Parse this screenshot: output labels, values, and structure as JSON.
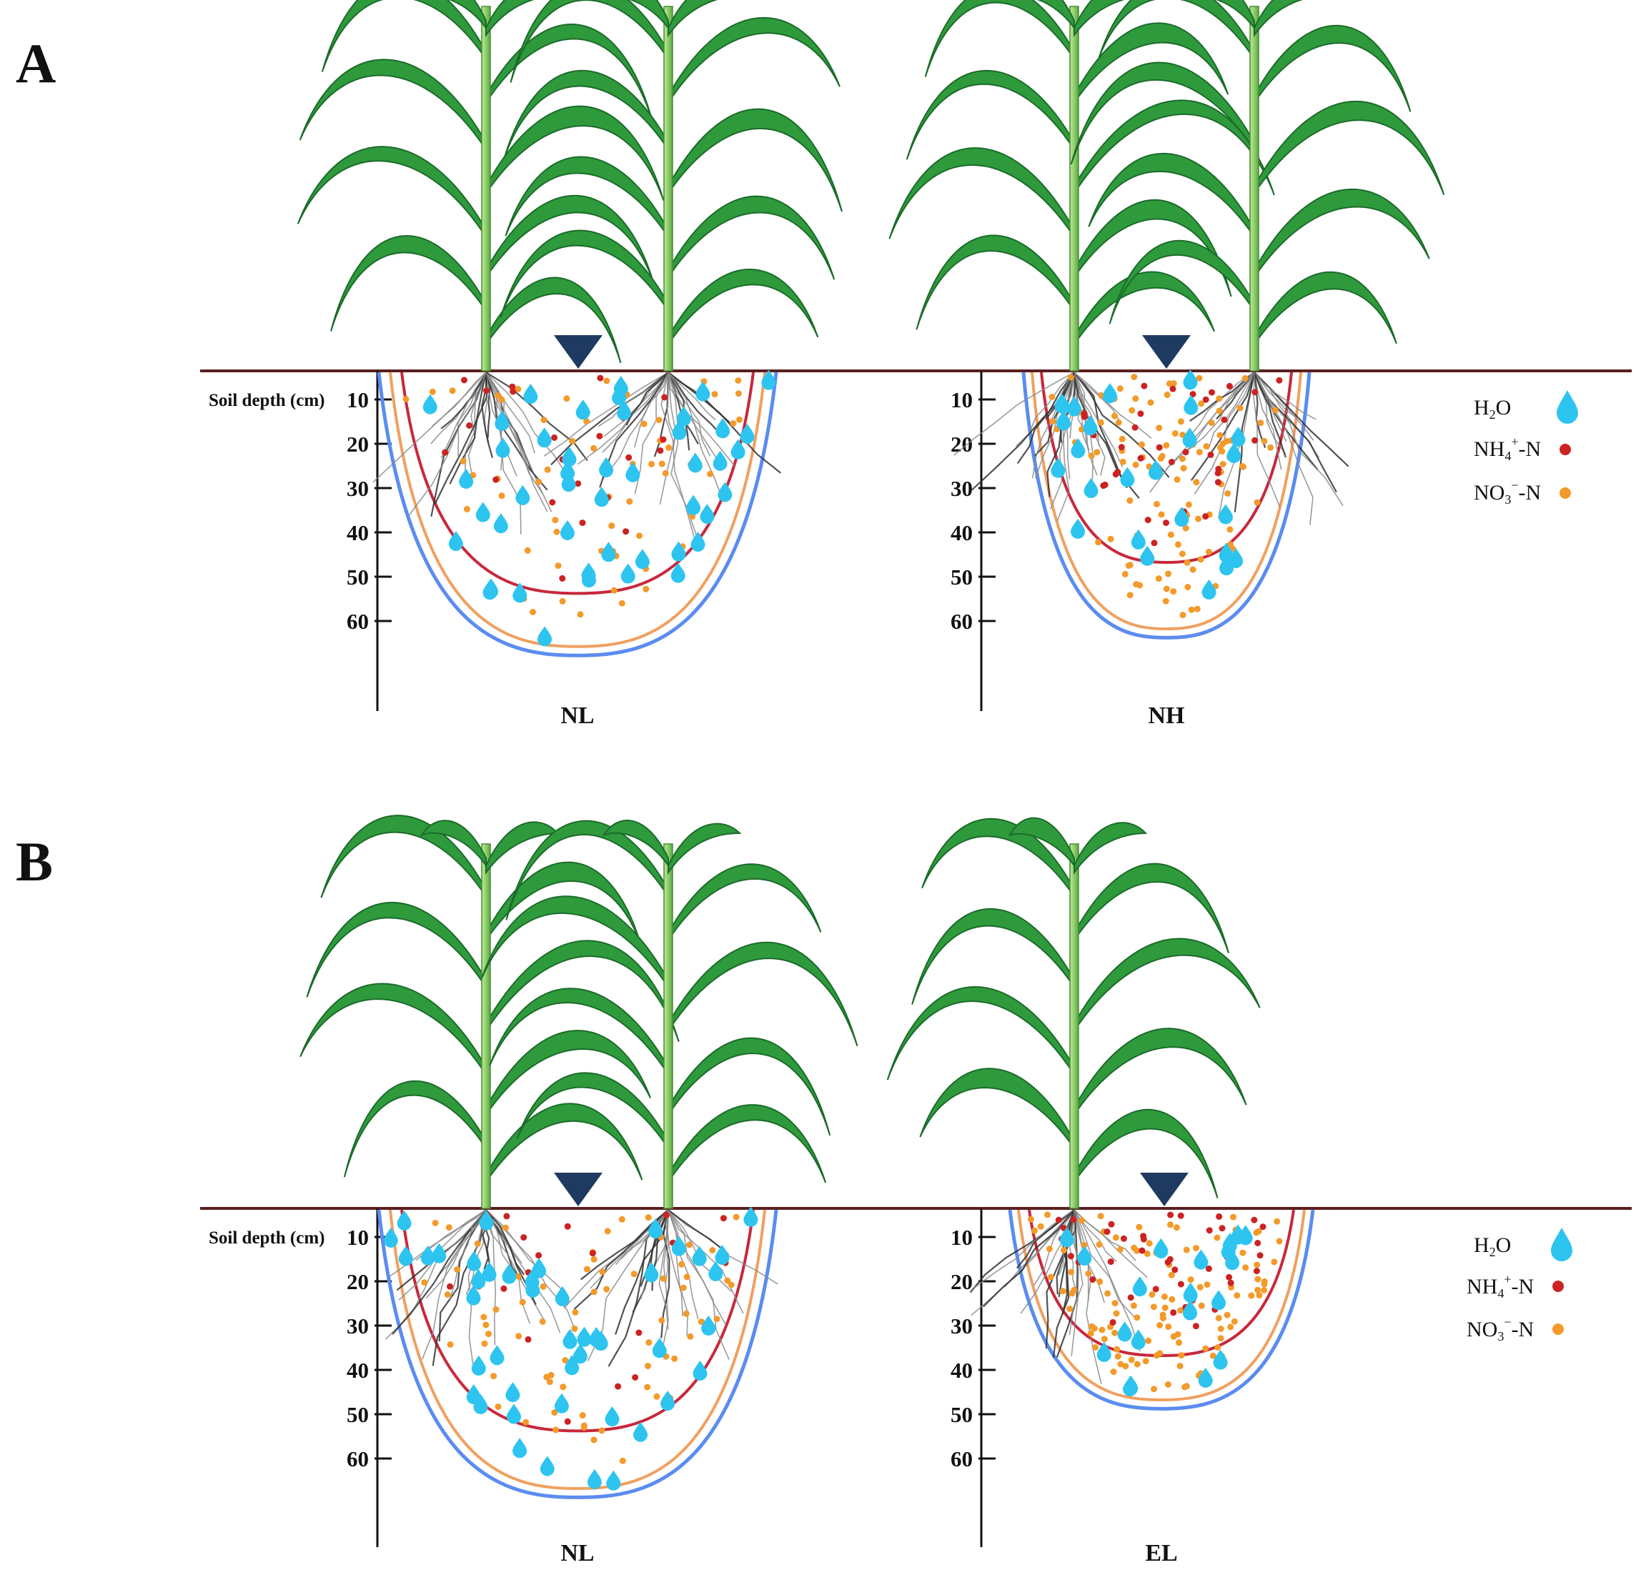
{
  "colors": {
    "ground": "#5a1f1f",
    "water": "#2ec4f0",
    "ammonium": "#cc2222",
    "nitrate": "#f39a2a",
    "zone_ammonium": "#c8283c",
    "zone_nitrate": "#f0a060",
    "zone_water": "#5b8cf0",
    "leaf": "#2e9a3c",
    "leaf_dark": "#1c6b2a",
    "stem": "#8fcf6a",
    "emitter": "#1f3a60",
    "root": "#555555"
  },
  "panels": [
    {
      "letter": "A",
      "axis_title": "Soil depth (cm)",
      "ticks": [
        "10",
        "20",
        "30",
        "40",
        "50",
        "60"
      ],
      "legend": [
        {
          "symbol": "water-drop",
          "base": "H",
          "sub": "2",
          "rest": "O",
          "sup": ""
        },
        {
          "symbol": "dot",
          "base": "NH",
          "sub": "4",
          "sup": "+",
          "rest": "-N"
        },
        {
          "symbol": "dot",
          "base": "NO",
          "sub": "3",
          "sup": "−",
          "rest": "-N"
        }
      ],
      "treatments": [
        {
          "label": "NL",
          "plants": 2,
          "depth_limits_cm": {
            "ammonium": 47,
            "nitrate": 59,
            "water": 61
          }
        },
        {
          "label": "NH",
          "plants": 2,
          "depth_limits_cm": {
            "ammonium": 40,
            "nitrate": 55,
            "water": 57
          }
        }
      ]
    },
    {
      "letter": "B",
      "axis_title": "Soil depth (cm)",
      "ticks": [
        "10",
        "20",
        "30",
        "40",
        "50",
        "60"
      ],
      "legend": [
        {
          "symbol": "water-drop",
          "base": "H",
          "sub": "2",
          "rest": "O",
          "sup": ""
        },
        {
          "symbol": "dot",
          "base": "NH",
          "sub": "4",
          "sup": "+",
          "rest": "-N"
        },
        {
          "symbol": "dot",
          "base": "NO",
          "sub": "3",
          "sup": "−",
          "rest": "-N"
        }
      ],
      "treatments": [
        {
          "label": "NL",
          "plants": 2,
          "depth_limits_cm": {
            "ammonium": 47,
            "nitrate": 60,
            "water": 62
          }
        },
        {
          "label": "EL",
          "plants": 1,
          "depth_limits_cm": {
            "ammonium": 30,
            "nitrate": 40,
            "water": 42
          }
        }
      ]
    }
  ]
}
